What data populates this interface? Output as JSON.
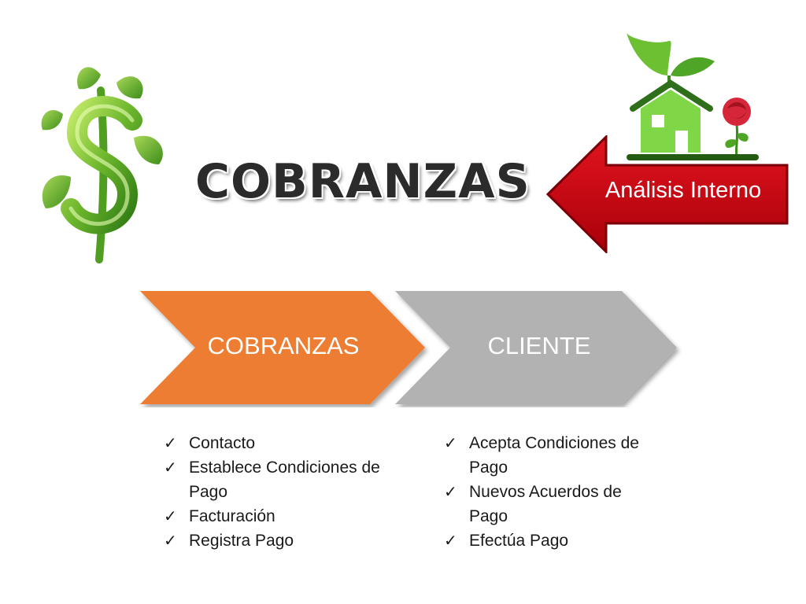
{
  "title": "COBRANZAS",
  "callout": {
    "label": "Análisis Interno",
    "color": "#c0000f"
  },
  "process": {
    "steps": [
      {
        "label": "COBRANZAS",
        "color": "#ed7d31"
      },
      {
        "label": "CLIENTE",
        "color": "#b2b2b2"
      }
    ]
  },
  "lists": {
    "left": [
      "Contacto",
      "Establece Condiciones de Pago",
      "Facturación",
      "Registra Pago"
    ],
    "right": [
      "Acepta Condiciones de Pago",
      "Nuevos Acuerdos de Pago",
      "Efectúa Pago"
    ]
  },
  "icons": {
    "check": "✓",
    "dollar": "dollar-plant-icon",
    "house": "eco-house-icon"
  }
}
